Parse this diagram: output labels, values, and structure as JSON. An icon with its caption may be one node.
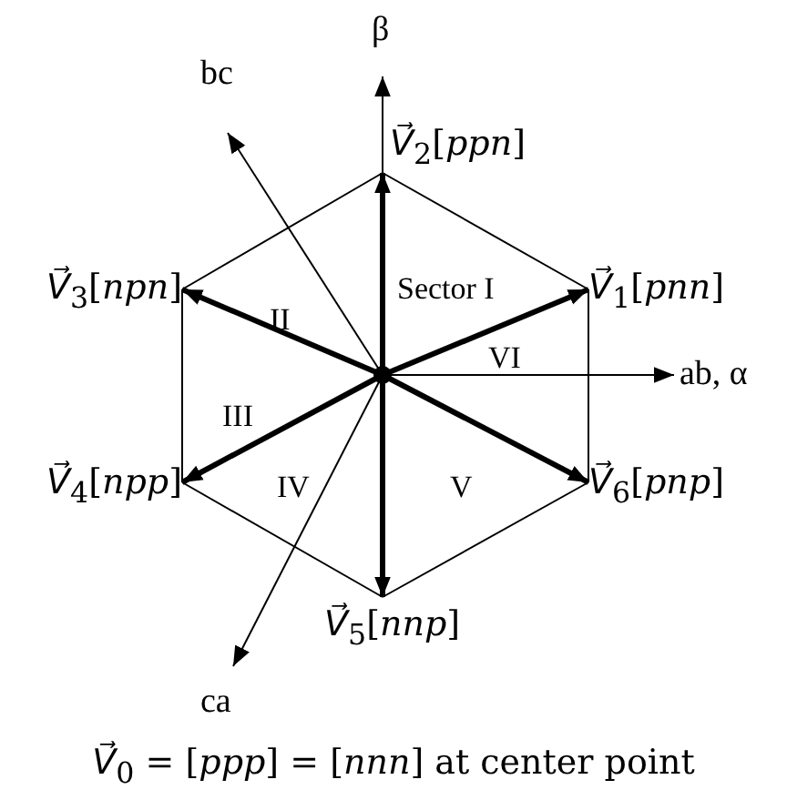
{
  "diagram": {
    "caption": "*V⃗*$_{0}$ = [*ppp*] = [*nnn*] at center point",
    "nodes": [
      {
        "text": [],
        "shape": "point"
      },
      {
        "text": [
          "*V⃗*$_{2}$[*ppn*]"
        ]
      },
      {
        "text": [
          "*V⃗*$_{3}$[*npn*]"
        ]
      },
      {
        "text": [
          "*V⃗*$_{1}$[*pnn*]"
        ]
      },
      {
        "text": [
          "*V⃗*$_{4}$[*npp*]"
        ]
      },
      {
        "text": [
          "*V⃗*$_{6}$[*pnp*]"
        ]
      },
      {
        "text": [
          "*V⃗*$_{5}$[*nnp*]"
        ]
      }
    ],
    "edges": [
      {
        "from": 0,
        "to": 3,
        "arrow": "to",
        "style": "thick"
      },
      {
        "from": 0,
        "to": 1,
        "arrow": "to",
        "style": "thick"
      },
      {
        "from": 0,
        "to": 2,
        "arrow": "to",
        "style": "thick"
      },
      {
        "from": 0,
        "to": 4,
        "arrow": "to",
        "style": "thick"
      },
      {
        "from": 0,
        "to": 6,
        "arrow": "to",
        "style": "thick"
      },
      {
        "from": 0,
        "to": 5,
        "arrow": "to",
        "style": "thick"
      },
      {
        "from": 3,
        "to": 1,
        "arrow": "none"
      },
      {
        "from": 1,
        "to": 2,
        "arrow": "none"
      },
      {
        "from": 2,
        "to": 4,
        "arrow": "none"
      },
      {
        "from": 4,
        "to": 6,
        "arrow": "none"
      },
      {
        "from": 6,
        "to": 5,
        "arrow": "none"
      },
      {
        "from": 5,
        "to": 3,
        "arrow": "none"
      }
    ],
    "labels": [
      "β",
      "bc",
      "Sector I",
      "II",
      "VI",
      "ab, α",
      "III",
      "IV",
      "V",
      "ca"
    ]
  }
}
